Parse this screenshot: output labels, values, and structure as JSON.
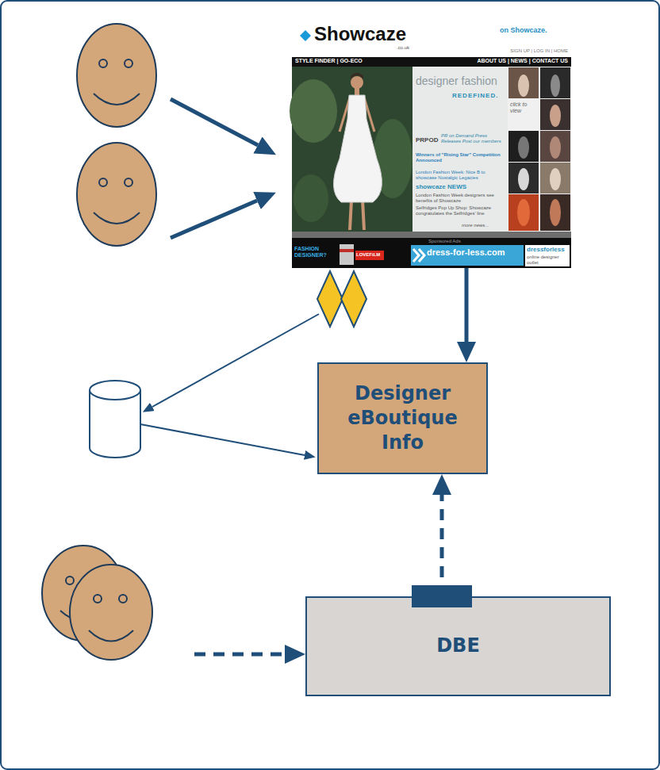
{
  "diagram": {
    "nodes": [
      {
        "text": [
          "Showcaze",
          ".co.uk",
          "on Showcaze.",
          "SIGN UP | LOG IN | HOME",
          "STYLE FINDER | GO-ECO",
          "ABOUT US | NEWS | CONTACT US",
          "designer fashion",
          "REDEFINED.",
          "click to view",
          "PRPOD",
          "PR on Demand Press Releases Post our members",
          "Winners of \"Rising Star\" Competition Announced",
          "London Fashion Week: Nice B to showcase Nostalgic Legacies",
          "showcaze NEWS",
          "London Fashion Week designers see benefits of Showcaze",
          "Selfridges Pop Up Shop: Showcaze congratulates the Selfridges' line",
          "more news...",
          "Sponsored Ads",
          "FASHION DESIGNER?",
          "LOVEFiLM",
          "dress-for-less.com",
          "dressforless",
          "online designer outlet"
        ]
      },
      {
        "text": [
          "Designer eBoutique Info"
        ]
      },
      {
        "text": [
          "DBE"
        ]
      }
    ],
    "edges": [
      {
        "from": 0,
        "to": 1,
        "arrow": "to"
      },
      {
        "from": 2,
        "to": 1,
        "arrow": "to"
      }
    ]
  }
}
